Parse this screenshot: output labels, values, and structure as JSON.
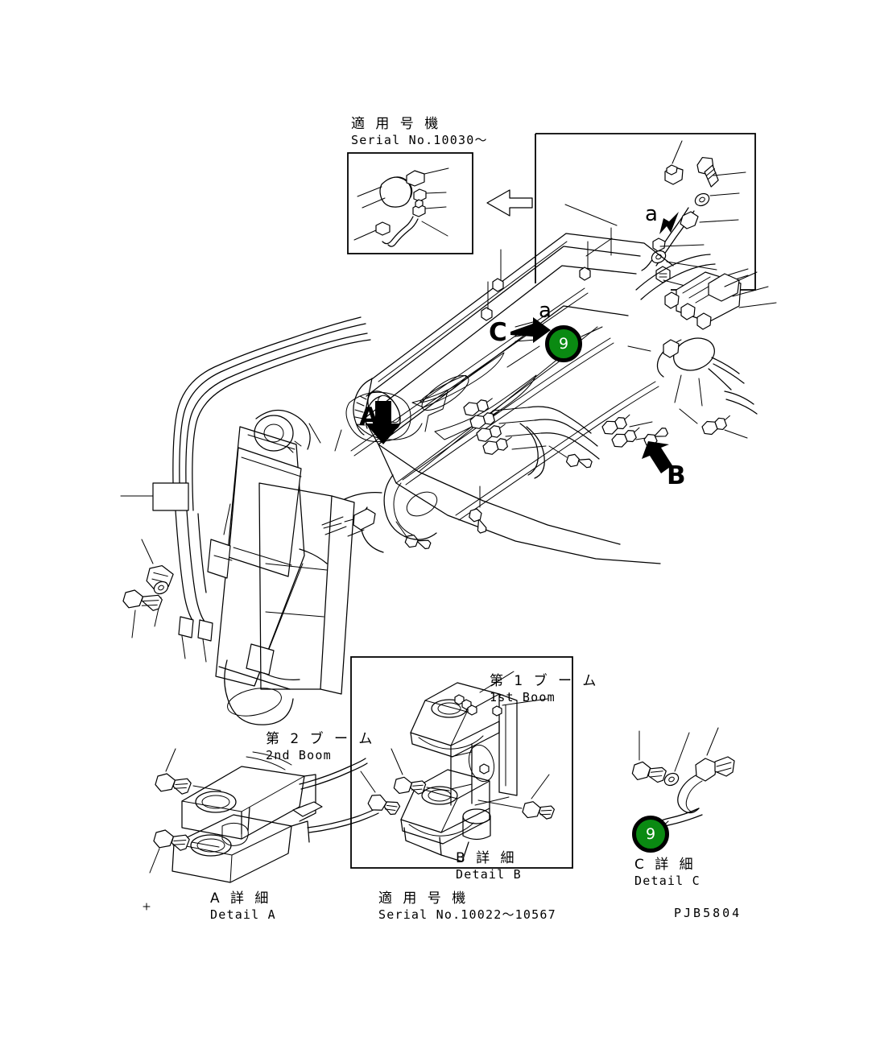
{
  "drawing": {
    "number": "PJB5804",
    "type": "parts-catalog-illustration",
    "subject": "Boom hydraulic piping assembly"
  },
  "insets": {
    "top_left": {
      "heading_jp": "適 用 号 機",
      "heading_en": "Serial No.10030〜",
      "arrow": "hollow-left-arrow"
    },
    "top_right": {
      "callout": "a"
    },
    "detail_b_box": {
      "boom_label_jp": "第 1 ブ ー ム",
      "boom_label_en": "1st Boom",
      "title_jp": "B 詳 細",
      "title_en": "Detail B",
      "serial_jp": "適 用 号 機",
      "serial_en": "Serial No.10022〜10567"
    }
  },
  "callouts": {
    "a": "a",
    "A": "A",
    "B": "B",
    "C": "C",
    "marker_number": "9"
  },
  "details": {
    "a_detail": {
      "title_jp": "A 詳 細",
      "title_en": "Detail A",
      "boom_label_jp": "第 2 ブ ー ム",
      "boom_label_en": "2nd Boom"
    },
    "c_detail": {
      "title_jp": "C 詳 細",
      "title_en": "Detail C",
      "marker_number": "9"
    }
  },
  "colors": {
    "marker_fill": "#0a8a12",
    "marker_ring": "#000000",
    "marker_text": "#ffffff",
    "line": "#000000",
    "background": "#ffffff"
  }
}
